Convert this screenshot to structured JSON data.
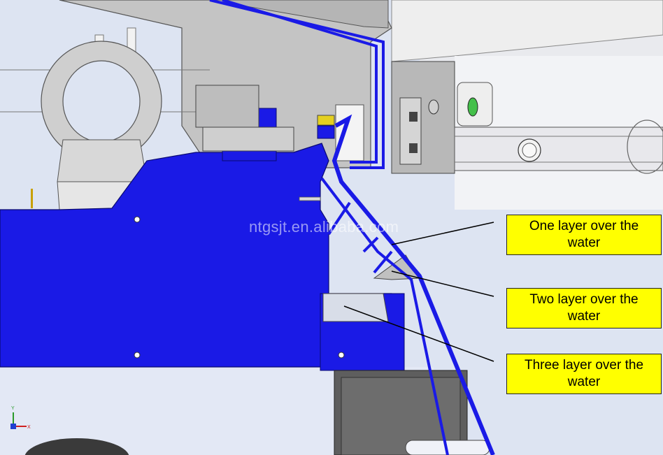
{
  "watermark": "ntgsjt.en.alibaba.com",
  "callouts": [
    {
      "label": "One layer over the water"
    },
    {
      "label": "Two layer over the water"
    },
    {
      "label": "Three layer over the water"
    }
  ],
  "axis_triad": {
    "y_label": "Y",
    "x_label": "X"
  },
  "colors": {
    "frame_blue": "#1a1ae6",
    "callout_fill": "#ffff00",
    "steel_grey": "#c8c8c8",
    "background": "#dde4f2",
    "status_green": "#44c04a"
  }
}
